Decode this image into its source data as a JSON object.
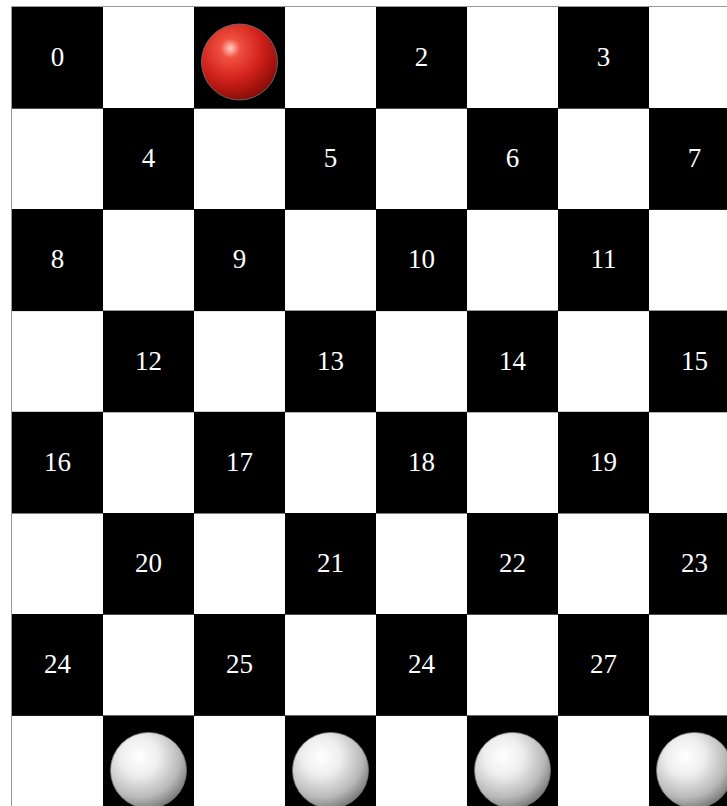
{
  "diagram": {
    "nodes": [
      {
        "text": [
          "0"
        ]
      },
      {
        "text": [
          "2"
        ]
      },
      {
        "text": [
          "3"
        ]
      },
      {
        "text": [
          "4"
        ]
      },
      {
        "text": [
          "5"
        ]
      },
      {
        "text": [
          "6"
        ]
      },
      {
        "text": [
          "7"
        ]
      },
      {
        "text": [
          "8"
        ]
      },
      {
        "text": [
          "9"
        ]
      },
      {
        "text": [
          "10"
        ]
      },
      {
        "text": [
          "11"
        ]
      },
      {
        "text": [
          "12"
        ]
      },
      {
        "text": [
          "13"
        ]
      },
      {
        "text": [
          "14"
        ]
      },
      {
        "text": [
          "15"
        ]
      },
      {
        "text": [
          "16"
        ]
      },
      {
        "text": [
          "17"
        ]
      },
      {
        "text": [
          "18"
        ]
      },
      {
        "text": [
          "19"
        ]
      },
      {
        "text": [
          "20"
        ]
      },
      {
        "text": [
          "21"
        ]
      },
      {
        "text": [
          "22"
        ]
      },
      {
        "text": [
          "23"
        ]
      },
      {
        "text": [
          "24"
        ]
      },
      {
        "text": [
          "25"
        ]
      },
      {
        "text": [
          "24"
        ]
      },
      {
        "text": [
          "27"
        ]
      }
    ]
  }
}
